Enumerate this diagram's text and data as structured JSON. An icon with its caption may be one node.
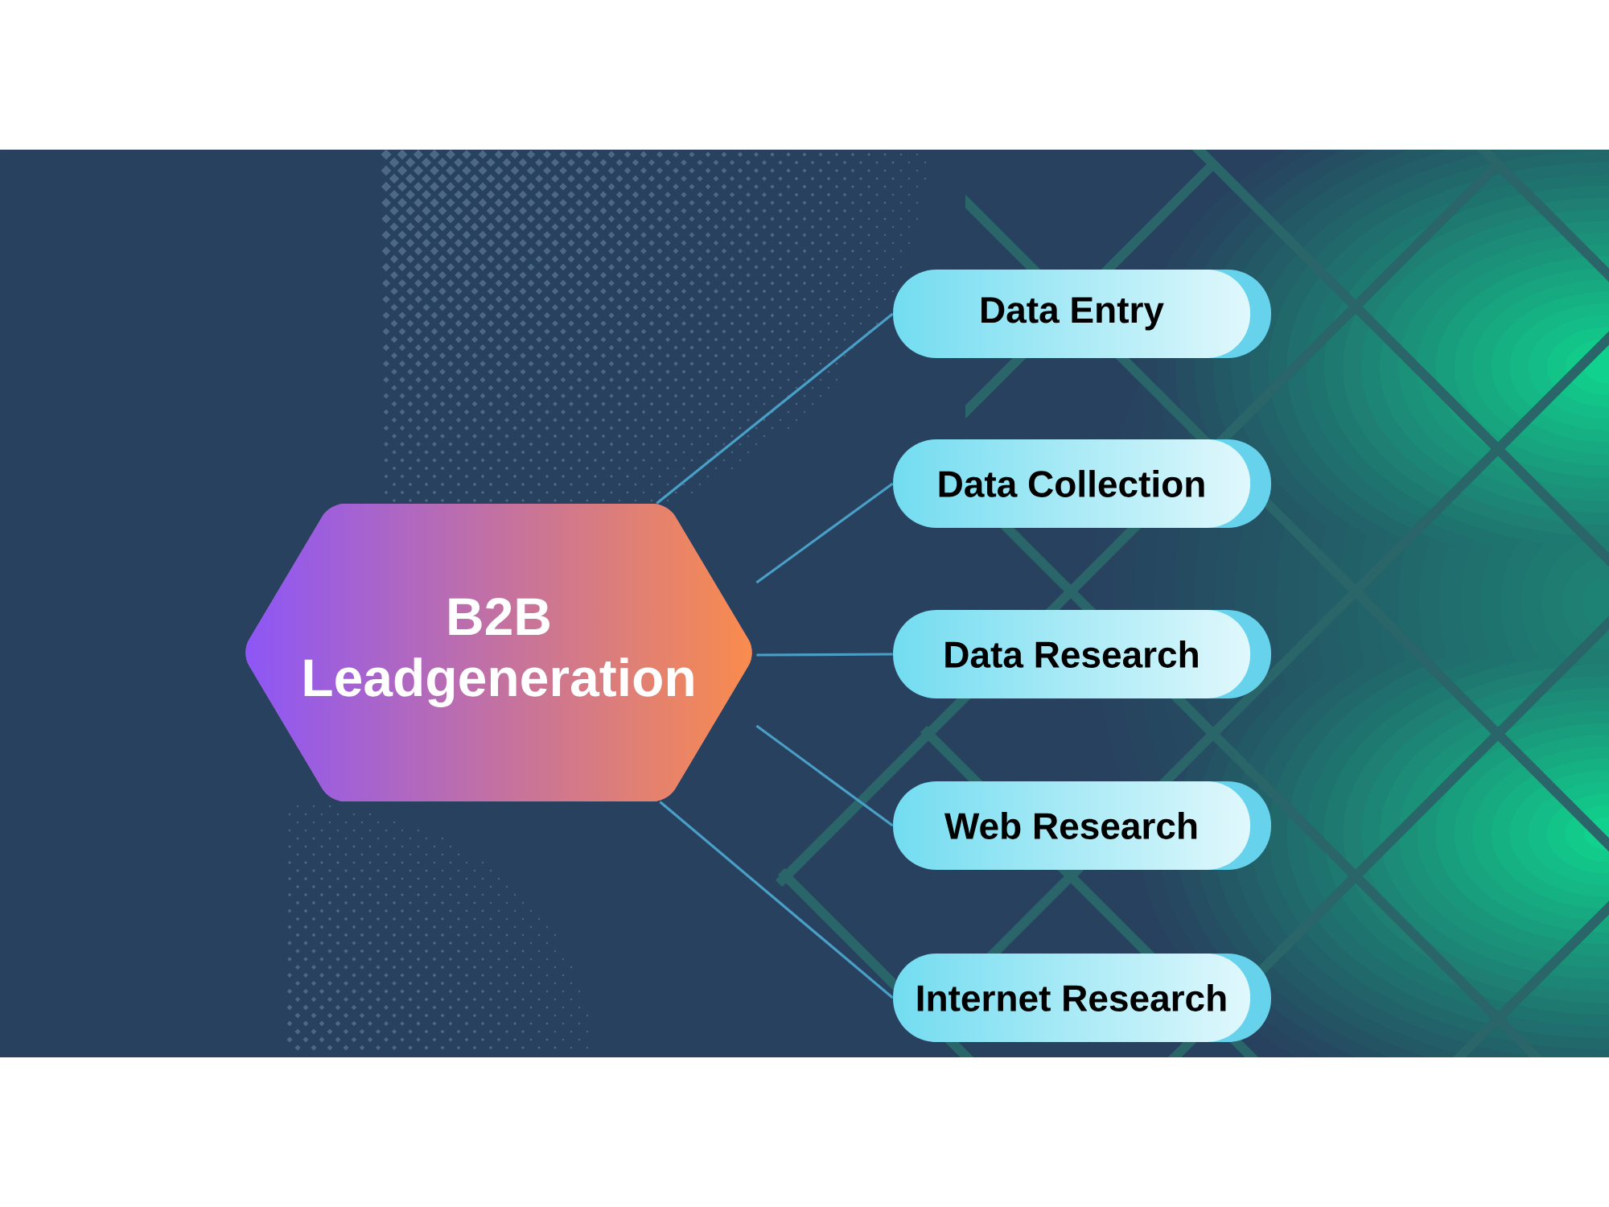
{
  "diagram": {
    "nodes": [
      {
        "text": [
          "B2B Leadgeneration"
        ]
      },
      {
        "text": [
          "Data Entry"
        ]
      },
      {
        "text": [
          "Data Collection"
        ]
      },
      {
        "text": [
          "Data Research"
        ]
      },
      {
        "text": [
          "Web Research"
        ]
      },
      {
        "text": [
          "Internet Research"
        ]
      }
    ],
    "edges": [
      {
        "from": 0,
        "to": 1,
        "arrow": "none"
      },
      {
        "from": 0,
        "to": 2,
        "arrow": "none"
      },
      {
        "from": 0,
        "to": 3,
        "arrow": "none"
      },
      {
        "from": 0,
        "to": 4,
        "arrow": "none"
      },
      {
        "from": 0,
        "to": 5,
        "arrow": "none"
      }
    ]
  }
}
